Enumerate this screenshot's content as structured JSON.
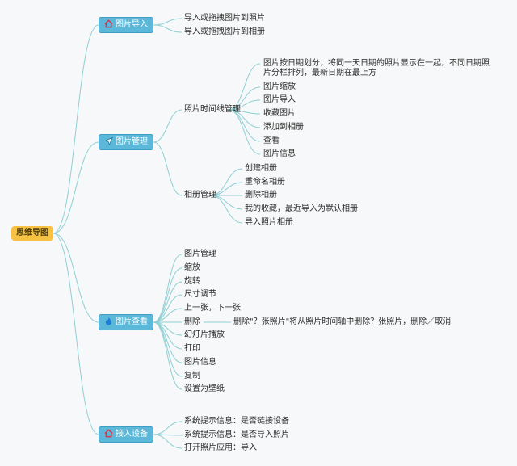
{
  "root": "思维导图",
  "categories": [
    {
      "label": "图片导入",
      "icon": "home-icon",
      "items": [
        "导入或拖拽图片到照片",
        "导入或拖拽图片到相册"
      ]
    },
    {
      "label": "图片管理",
      "icon": "send-icon",
      "groups": [
        {
          "label": "照片时间线管理",
          "items": [
            "图片按日期划分，将同一天日期的照片显示在一起，不同日期照片分栏排列，最新日期在最上方",
            "图片缩放",
            "图片导入",
            "收藏图片",
            "添加到相册",
            "查看",
            "图片信息"
          ]
        },
        {
          "label": "相册管理",
          "items": [
            "创建相册",
            "重命名相册",
            "删除相册",
            "我的收藏，最近导入为默认相册",
            "导入照片相册"
          ]
        }
      ]
    },
    {
      "label": "图片查看",
      "icon": "flame-icon",
      "items": [
        "图片管理",
        "缩放",
        "旋转",
        "尺寸调节",
        "上一张，下一张",
        "删除",
        "幻灯片播放",
        "打印",
        "图片信息",
        "复制",
        "设置为壁纸"
      ],
      "delete_note": "删除\"？张照片\"将从照片时间轴中删除？张照片，删除／取消"
    },
    {
      "label": "接入设备",
      "icon": "home-icon",
      "items": [
        "系统提示信息：是否链接设备",
        "系统提示信息：是否导入照片",
        "打开照片应用：导入"
      ]
    }
  ],
  "colors": {
    "line": "#8fcfd4",
    "category": "#5bb8d8",
    "root": "#f7c244"
  }
}
